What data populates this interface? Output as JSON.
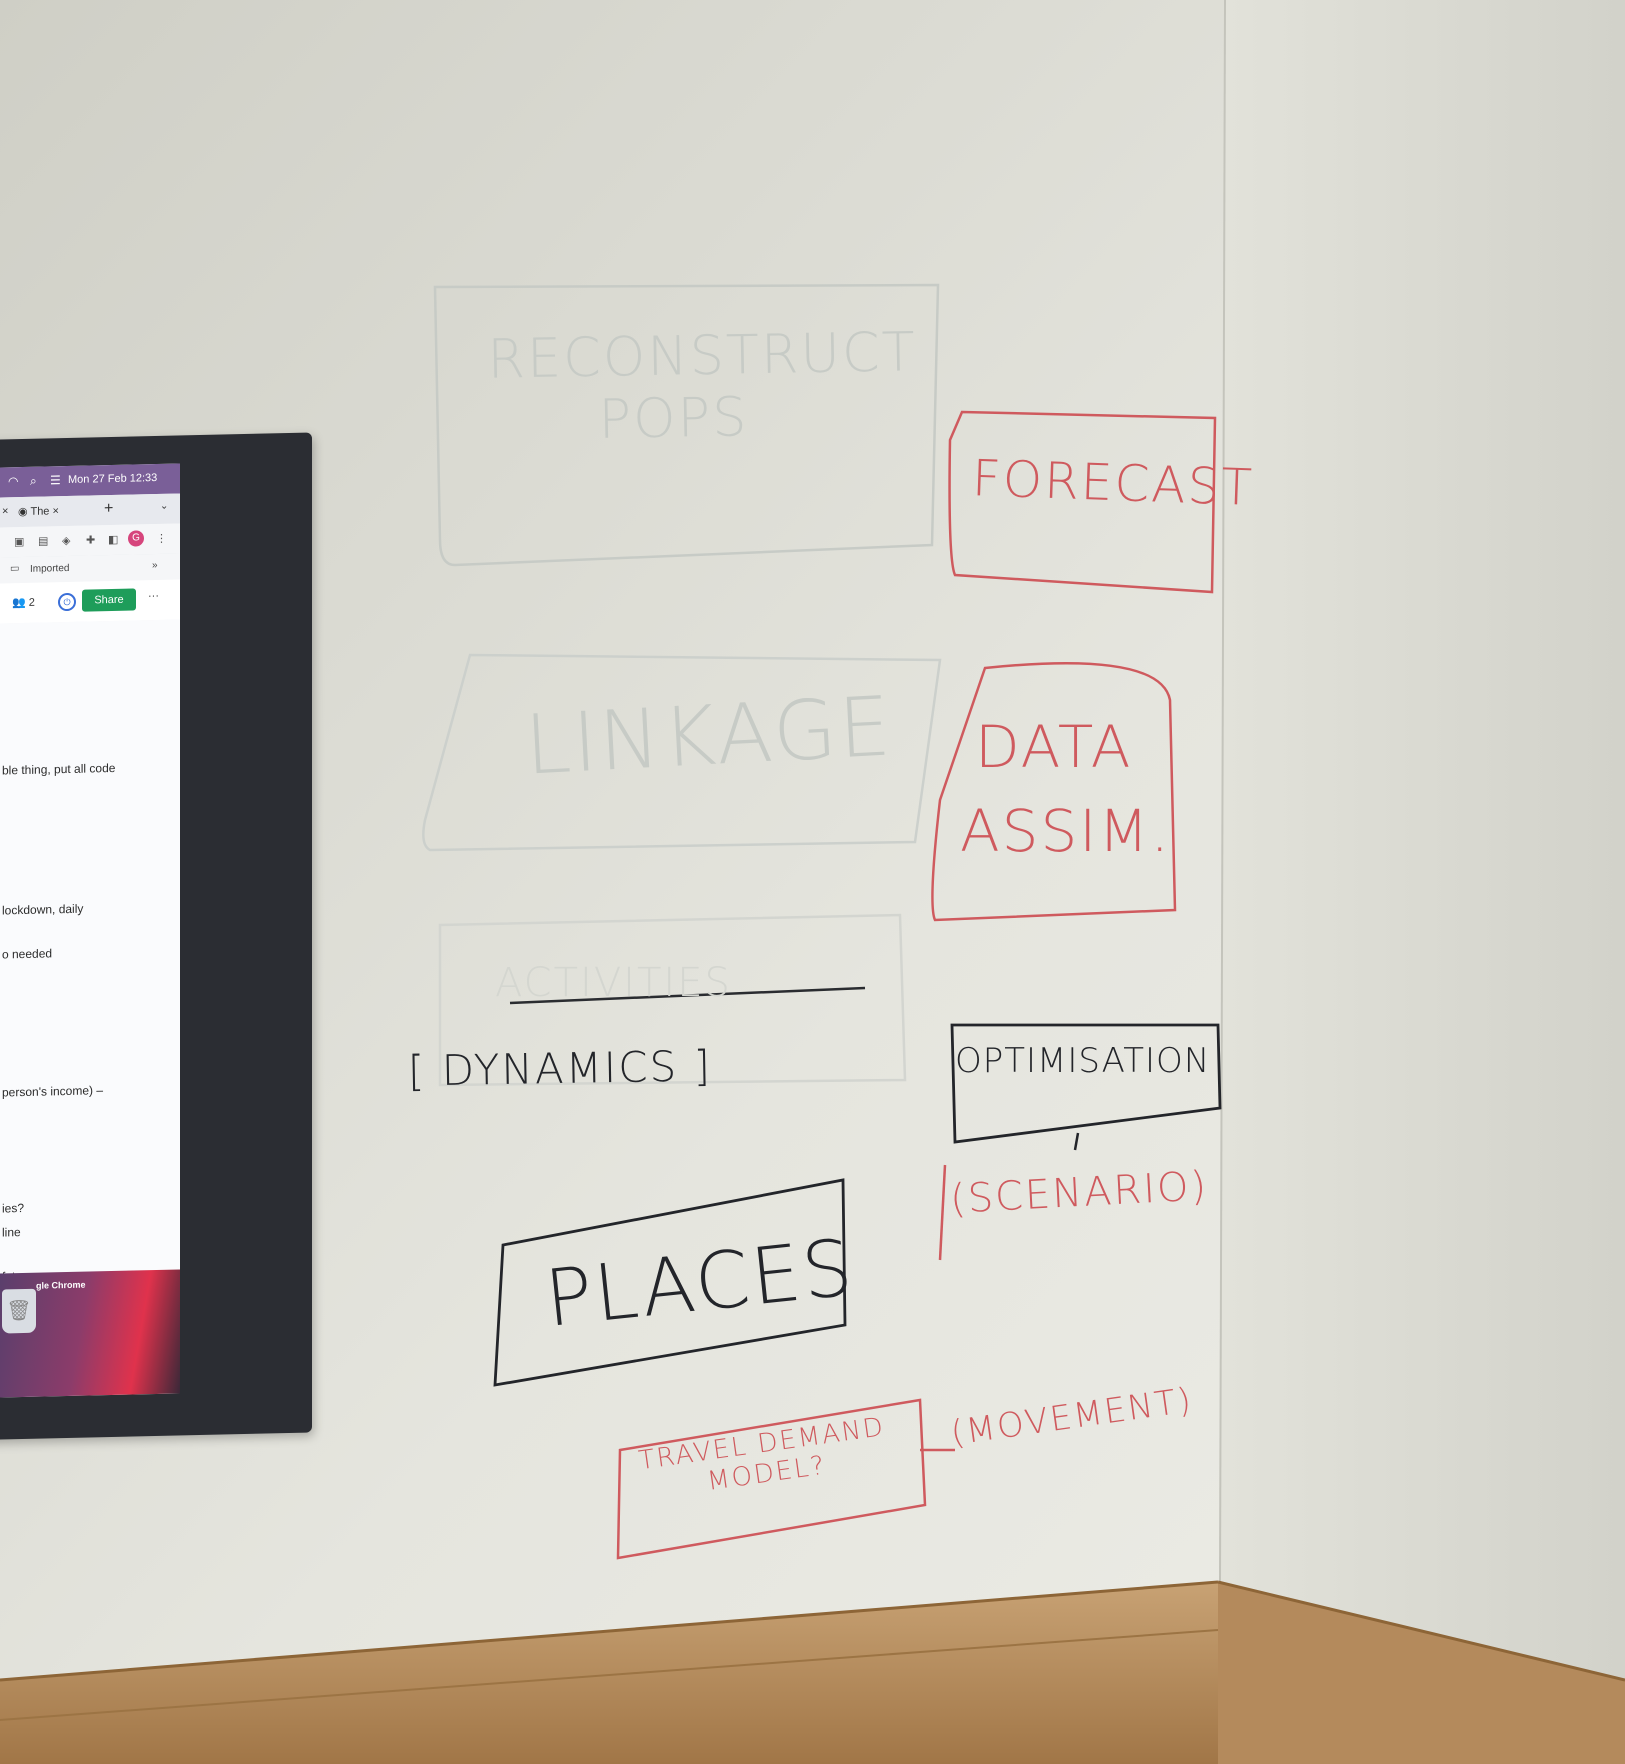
{
  "whiteboard": {
    "reconstruct": [
      "RECONSTRUCT",
      "POPS"
    ],
    "forecast": "FORECAST",
    "linkage": "LINKAGE",
    "data_assim": [
      "DATA",
      "ASSIM."
    ],
    "activities_erased": "ACTIVITIES",
    "dynamics": "[ DYNAMICS ]",
    "optimisation": "OPTIMISATION",
    "scenario": "(SCENARIO)",
    "places": "PLACES",
    "travel_demand": [
      "TRAVEL DEMAND",
      "MODEL?"
    ],
    "movement": "(MOVEMENT)"
  },
  "monitor": {
    "menubar": {
      "datetime": "Mon 27 Feb  12:33",
      "icons": [
        "wifi-icon",
        "search-icon",
        "control-center-icon"
      ]
    },
    "tabs": {
      "tab_label": "The",
      "close": "×",
      "new_tab": "+",
      "tab_menu": "⌄"
    },
    "toolbar": {
      "profile_initial": "G",
      "menu": "⋮"
    },
    "bookmarks": {
      "folder_label": "Imported",
      "more": "»"
    },
    "app_toolbar": {
      "collaborators": "2",
      "share_label": "Share",
      "more": "···"
    },
    "document": {
      "lines": [
        "ble thing, put all code",
        "lockdown, daily",
        "o needed",
        "person's income) –",
        "ies?",
        "line",
        "future"
      ]
    },
    "dock": {
      "label": "gle Chrome"
    }
  },
  "colors": {
    "wall": "#dcdcd4",
    "red_marker": "#cf5a5e",
    "black_marker": "#23252a",
    "ghost_marker": "#c7cbc6",
    "share_green": "#1e9d5a"
  }
}
